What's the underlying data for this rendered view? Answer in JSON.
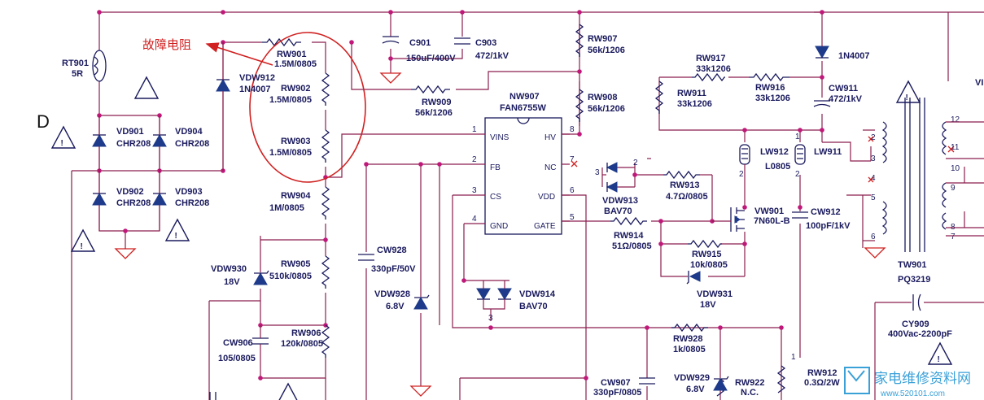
{
  "annotation": {
    "text": "故障电阻",
    "color": "#d02020"
  },
  "section_letter": "D",
  "watermark": {
    "line1": "家电维修资料网",
    "line2": "www.520101.com",
    "color": "#3aa0d8"
  },
  "components": {
    "rt901": {
      "ref": "RT901",
      "value": "5R"
    },
    "vdw912": {
      "ref": "VDW912",
      "value": "1N4007"
    },
    "rw901": {
      "ref": "RW901",
      "value": "1.5M/0805"
    },
    "rw902": {
      "ref": "RW902",
      "value": "1.5M/0805"
    },
    "rw903": {
      "ref": "RW903",
      "value": "1.5M/0805"
    },
    "rw904": {
      "ref": "RW904",
      "value": "1M/0805"
    },
    "rw905": {
      "ref": "RW905",
      "value": "510k/0805"
    },
    "rw906": {
      "ref": "RW906",
      "value": "120k/0805"
    },
    "rw907": {
      "ref": "RW907",
      "value": "56k/1206"
    },
    "rw908": {
      "ref": "RW908",
      "value": "56k/1206"
    },
    "rw909": {
      "ref": "RW909",
      "value": "56k/1206"
    },
    "rw911": {
      "ref": "RW911",
      "value": "33k1206"
    },
    "rw912": {
      "ref": "RW912",
      "value": "0.3Ω/2W"
    },
    "rw913": {
      "ref": "RW913",
      "value": "4.7Ω/0805"
    },
    "rw914": {
      "ref": "RW914",
      "value": "51Ω/0805"
    },
    "rw915": {
      "ref": "RW915",
      "value": "10k/0805"
    },
    "rw916": {
      "ref": "RW916",
      "value": "33k1206"
    },
    "rw917": {
      "ref": "RW917",
      "value": "33k1206"
    },
    "rw922": {
      "ref": "RW922",
      "value": "N.C."
    },
    "rw928": {
      "ref": "RW928",
      "value": "1k/0805"
    },
    "c901": {
      "ref": "C901",
      "value": "150uF/400V"
    },
    "c903": {
      "ref": "C903",
      "value": "472/1kV"
    },
    "cw906": {
      "ref": "CW906",
      "value": "105/0805"
    },
    "cw907": {
      "ref": "CW907",
      "value": "330pF/0805"
    },
    "cw911": {
      "ref": "CW911",
      "value": "472/1kV"
    },
    "cw912": {
      "ref": "CW912",
      "value": "100pF/1kV"
    },
    "cw928": {
      "ref": "CW928",
      "value": "330pF/50V"
    },
    "cy909": {
      "ref": "CY909",
      "value": "400Vac-2200pF"
    },
    "vd901": {
      "ref": "VD901",
      "value": "CHR208"
    },
    "vd902": {
      "ref": "VD902",
      "value": "CHR208"
    },
    "vd903": {
      "ref": "VD903",
      "value": "CHR208"
    },
    "vd904": {
      "ref": "VD904",
      "value": "CHR208"
    },
    "vdw930": {
      "ref": "VDW930",
      "value": "18V"
    },
    "vdw928": {
      "ref": "VDW928",
      "value": "6.8V"
    },
    "vdw914": {
      "ref": "VDW914",
      "value": "BAV70"
    },
    "vdw913": {
      "ref": "VDW913",
      "value": "BAV70"
    },
    "vdw931": {
      "ref": "VDW931",
      "value": "18V"
    },
    "vdw929": {
      "ref": "VDW929",
      "value": "6.8V"
    },
    "vdw1n4007": {
      "value": "1N4007"
    },
    "vw901": {
      "ref": "VW901",
      "value": "7N60L-B"
    },
    "lw912": {
      "ref": "LW912",
      "value": "L0805"
    },
    "lw911": {
      "ref": "LW911"
    },
    "tw901": {
      "ref": "TW901",
      "value": "PQ3219"
    },
    "nw907": {
      "ref": "NW907",
      "value": "FAN6755W"
    }
  },
  "ic_pins": {
    "left": [
      {
        "num": "1",
        "name": "VINS"
      },
      {
        "num": "2",
        "name": "FB"
      },
      {
        "num": "3",
        "name": "CS"
      },
      {
        "num": "4",
        "name": "GND"
      }
    ],
    "right": [
      {
        "num": "8",
        "name": "HV"
      },
      {
        "num": "7",
        "name": "NC"
      },
      {
        "num": "6",
        "name": "VDD"
      },
      {
        "num": "5",
        "name": "GATE"
      }
    ]
  },
  "transformer_pins": [
    "2",
    "3",
    "4",
    "5",
    "6",
    "12",
    "11",
    "10",
    "9",
    "8",
    "7"
  ],
  "misc_pins": {
    "vdw913_pin2": "2",
    "vdw913_pin3": "3",
    "vdw914_pin3": "3",
    "lw912_pin2": "2",
    "lw911_pin1": "1",
    "lw911_pin2": "2",
    "rw912_pin1": "1"
  },
  "cut_label": "VI",
  "colors": {
    "wire": "#8a1f4e",
    "component": "#1a1a5e",
    "junction": "#c0187a",
    "diode": "#1e3a8a",
    "highlight": "#d02020"
  }
}
